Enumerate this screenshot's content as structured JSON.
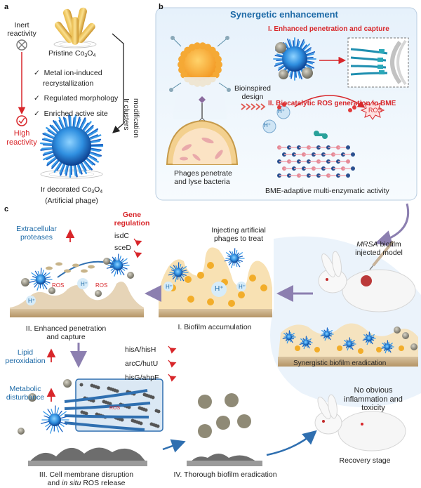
{
  "panel_a": {
    "label": "a",
    "inert_reactivity": [
      "Inert",
      "reactivity"
    ],
    "high_reactivity": [
      "High",
      "reactivity"
    ],
    "pristine_prefix": "Pristine Co",
    "pristine_sub3": "3",
    "pristine_O": "O",
    "pristine_sub4": "4",
    "checklist": [
      "Metal ion-induced",
      "recrystallization",
      "Regulated morphology",
      "Enriched active site"
    ],
    "check_mark": "✓",
    "modification": [
      "Ir clusters",
      "modification"
    ],
    "decorated_prefix": "Ir decorated Co",
    "decorated_sub3": "3",
    "decorated_O": "O",
    "decorated_sub4": "4",
    "artificial_phage": "(Artificial phage)",
    "inert_color": "#777777",
    "high_color": "#d8262a"
  },
  "panel_b": {
    "label": "b",
    "title": "Synergetic enhancement",
    "point_1": "I. Enhanced penetration and capture",
    "point_2": "II. Biocatalytic ROS generation in BME",
    "bioinspired": [
      "Bioinspired",
      "design"
    ],
    "phages_caption": [
      "Phages penetrate",
      "and lyse bacteria"
    ],
    "bme_caption": "BME-adaptive multi-enzymatic activity",
    "ros": "ROS",
    "h_plus": "H⁺",
    "title_color": "#1d6aa7",
    "point_color": "#d8262a"
  },
  "panel_c": {
    "label": "c",
    "extracellular": [
      "Extracellular",
      "proteases"
    ],
    "gene_regulation": [
      "Gene",
      "regulation"
    ],
    "genes_top": [
      "isdC",
      "sceD"
    ],
    "genes_mid": [
      "hisA/hisH",
      "arcC/hutU",
      "hisG/ahpF"
    ],
    "lipid": [
      "Lipid",
      "peroxidation"
    ],
    "metabolic": [
      "Metabolic",
      "disturbance"
    ],
    "injecting": [
      "Injecting artificial",
      "phages to treat"
    ],
    "mrsa_italic": "MRSA",
    "mrsa_rest": " biofilm",
    "mrsa_line2": "injected model",
    "stage_1": "I. Biofilm accumulation",
    "stage_2": [
      "II. Enhanced penetration",
      "and capture"
    ],
    "stage_3_line1": "III. Cell membrane disruption",
    "stage_3_and": "and ",
    "stage_3_italic": "in situ",
    "stage_3_rest": " ROS release",
    "stage_4": "IV. Thorough biofilm eradication",
    "synergistic": "Synergistic biofilm eradication",
    "no_obvious": [
      "No obvious",
      "inflammation and",
      "toxicity"
    ],
    "recovery": "Recovery stage",
    "ros": "ROS",
    "h_plus": "H⁺"
  }
}
